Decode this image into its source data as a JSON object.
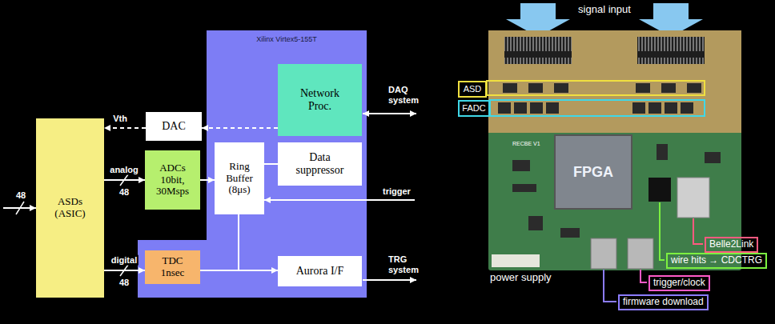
{
  "diagram": {
    "nodes": [
      {
        "text": [
          "ASDs (ASIC)"
        ]
      },
      {
        "text": [
          "Xilinx Virtex5-155T"
        ]
      },
      {
        "text": [
          "DAC"
        ]
      },
      {
        "text": [
          "Network Proc."
        ],
        "in": 1
      },
      {
        "text": [
          "ADCs 10bit, 30Msps"
        ]
      },
      {
        "text": [
          "Ring Buffer (8μs)"
        ],
        "in": 1
      },
      {
        "text": [
          "Data suppressor"
        ],
        "in": 1
      },
      {
        "text": [
          "TDC 1nsec"
        ],
        "in": 1
      },
      {
        "text": [
          "Aurora I/F"
        ],
        "in": 1
      },
      {
        "text": [
          "ASD"
        ]
      },
      {
        "text": [
          "FADC"
        ]
      },
      {
        "text": [
          "FPGA"
        ]
      },
      {
        "text": [
          "Belle2Link"
        ]
      },
      {
        "text": [
          "wire hits → CDCTRG"
        ]
      },
      {
        "text": [
          "trigger/clock"
        ]
      },
      {
        "text": [
          "firmware download"
        ]
      }
    ],
    "edges": [
      {
        "from": 3,
        "to": 2,
        "arrow": "to"
      },
      {
        "from": 2,
        "to": 0,
        "label": "Vth",
        "arrow": "to"
      },
      {
        "from": 0,
        "to": 4,
        "label": "analog",
        "arrow": "to"
      },
      {
        "from": 0,
        "to": 7,
        "label": "digital",
        "arrow": "to"
      },
      {
        "from": 4,
        "to": 5,
        "arrow": "to"
      },
      {
        "from": 5,
        "to": 6,
        "arrow": "none"
      },
      {
        "from": 7,
        "to": 8,
        "arrow": "to"
      },
      {
        "from": 7,
        "to": 5,
        "arrow": "none"
      }
    ],
    "labels": [
      "48",
      "48",
      "48",
      "DAQ system",
      "trigger",
      "TRG system",
      "signal input",
      "RECBE V1",
      "power supply"
    ]
  }
}
